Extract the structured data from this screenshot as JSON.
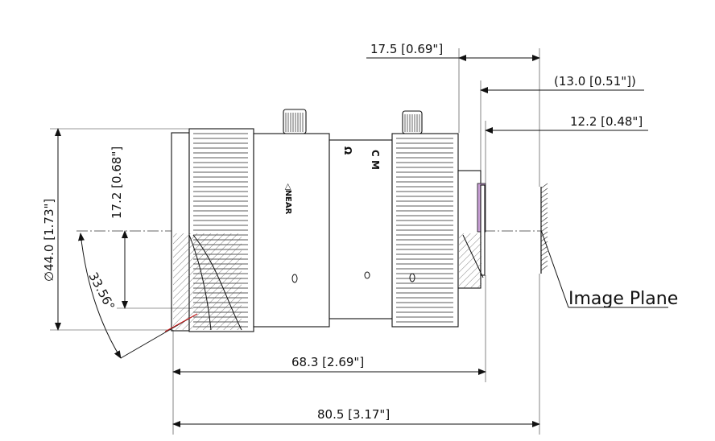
{
  "dimensions": {
    "flange_top": "17.5 [0.69\"]",
    "mid_top": "(13.0 [0.51\"])",
    "back_focal": "12.2 [0.48\"]",
    "diameter": "∅44.0 [1.73\"]",
    "half_height": "17.2 [0.68\"]",
    "angle": "33.56°",
    "lens_length": "68.3 [2.69\"]",
    "overall_length": "80.5 [3.17\"]"
  },
  "labels": {
    "image_plane": "Image Plane",
    "near": "◁NEAR",
    "mount": "C M",
    "glyph": "Ω"
  },
  "colors": {
    "line": "#111111",
    "accent_red": "#cc2222",
    "accent_purple": "#b080c0"
  }
}
